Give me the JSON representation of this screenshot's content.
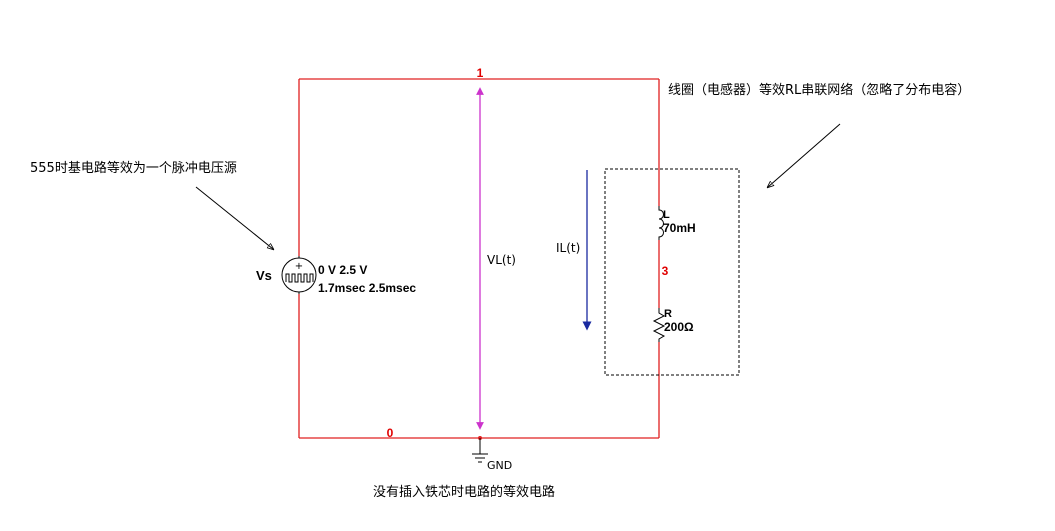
{
  "annotations": {
    "source_note": "555时基电路等效为一个脉冲电压源",
    "coil_note": "线圈（电感器）等效RL串联网络（忽略了分布电容）",
    "caption": "没有插入铁芯时电路的等效电路"
  },
  "source": {
    "name": "Vs",
    "levels": "0 V 2.5 V",
    "timing": "1.7msec 2.5msec",
    "plus_sign": "+"
  },
  "inductor": {
    "name": "L",
    "value": "70mH"
  },
  "resistor": {
    "name": "R",
    "value": "200Ω"
  },
  "nodes": {
    "top": "1",
    "bottom": "0",
    "mid": "3"
  },
  "probes": {
    "voltage_label": "VL(t)",
    "current_label": "IL(t)"
  },
  "ground": {
    "label": "GND"
  },
  "colors": {
    "wire": "#e02020",
    "node_label": "#e00000",
    "voltage_probe": "#cc33cc",
    "current_probe": "#1a2aa0",
    "frame": "#000000"
  }
}
